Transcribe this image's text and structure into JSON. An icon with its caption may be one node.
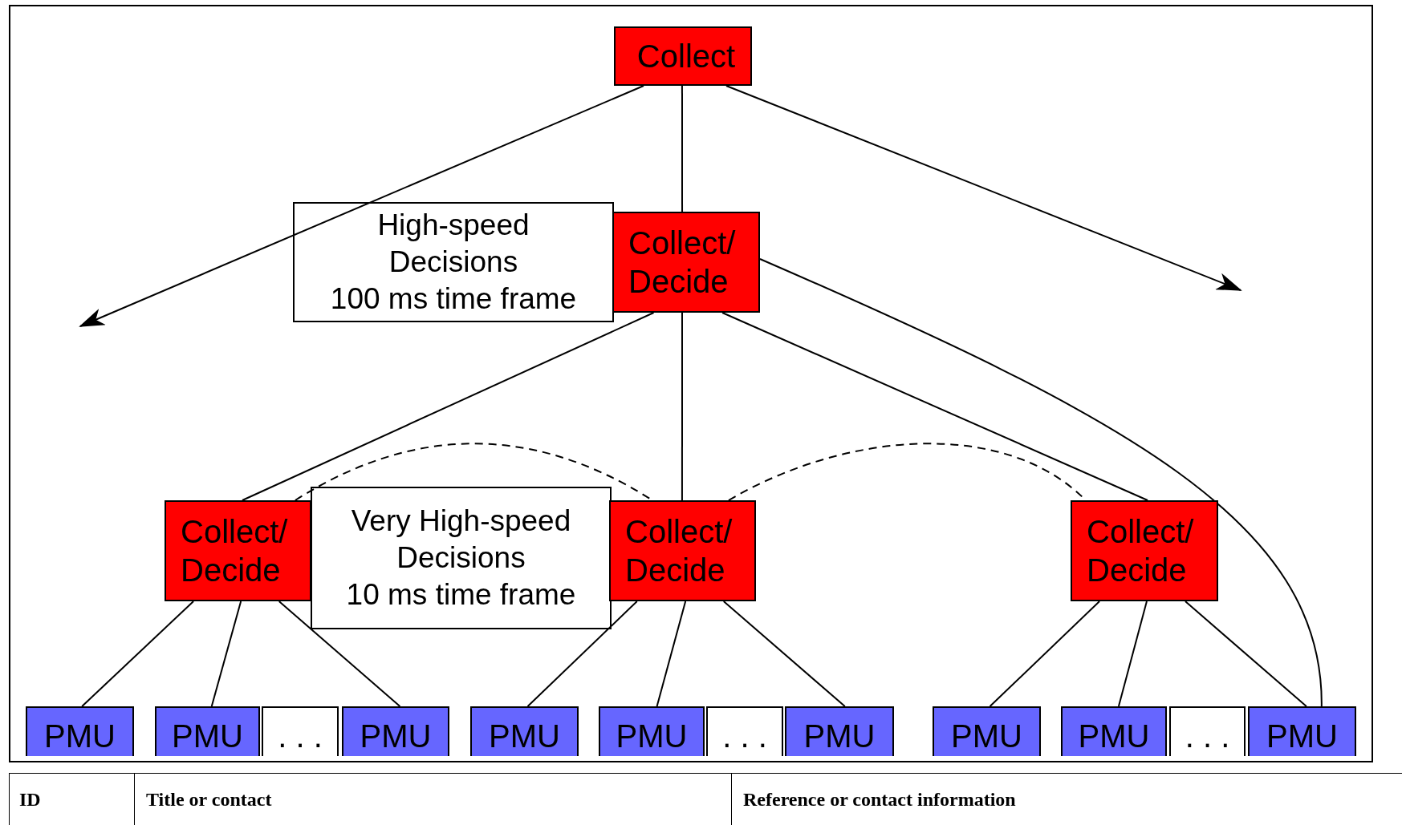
{
  "diagram": {
    "nodes": [
      {
        "text": [
          "Collect"
        ]
      },
      {
        "text": [
          "High-speed Decisions",
          "100 ms time frame"
        ]
      },
      {
        "text": [
          "Collect/ Decide"
        ]
      },
      {
        "text": [
          "Collect/ Decide"
        ]
      },
      {
        "text": [
          "Very High-speed Decisions",
          "10 ms time frame"
        ]
      },
      {
        "text": [
          "Collect/ Decide"
        ]
      },
      {
        "text": [
          "Collect/ Decide"
        ]
      },
      {
        "text": [
          "PMU"
        ]
      },
      {
        "text": [
          "PMU"
        ]
      },
      {
        "text": [
          ". . ."
        ]
      },
      {
        "text": [
          "PMU"
        ]
      },
      {
        "text": [
          "PMU"
        ]
      },
      {
        "text": [
          "PMU"
        ]
      },
      {
        "text": [
          ". . ."
        ]
      },
      {
        "text": [
          "PMU"
        ]
      },
      {
        "text": [
          "PMU"
        ]
      },
      {
        "text": [
          "PMU"
        ]
      },
      {
        "text": [
          ". . ."
        ]
      },
      {
        "text": [
          "PMU"
        ]
      }
    ],
    "edges": [
      {
        "from": 0,
        "to": null,
        "arrow": "to"
      },
      {
        "from": 0,
        "to": null,
        "arrow": "to"
      },
      {
        "from": 0,
        "to": 2,
        "arrow": "none"
      },
      {
        "from": 2,
        "to": 3,
        "arrow": "none"
      },
      {
        "from": 2,
        "to": 5,
        "arrow": "none"
      },
      {
        "from": 2,
        "to": 6,
        "arrow": "none"
      },
      {
        "from": 2,
        "to": 18,
        "arrow": "none"
      },
      {
        "from": 3,
        "to": 7,
        "arrow": "none"
      },
      {
        "from": 3,
        "to": 8,
        "arrow": "none"
      },
      {
        "from": 3,
        "to": 10,
        "arrow": "none"
      },
      {
        "from": 5,
        "to": 11,
        "arrow": "none"
      },
      {
        "from": 5,
        "to": 12,
        "arrow": "none"
      },
      {
        "from": 5,
        "to": 14,
        "arrow": "none"
      },
      {
        "from": 6,
        "to": 15,
        "arrow": "none"
      },
      {
        "from": 6,
        "to": 16,
        "arrow": "none"
      },
      {
        "from": 6,
        "to": 18,
        "arrow": "none"
      },
      {
        "from": 3,
        "to": 5,
        "arrow": "none",
        "style": "dashed"
      },
      {
        "from": 5,
        "to": 6,
        "arrow": "none",
        "style": "dashed"
      }
    ],
    "labels": [
      "ID",
      "Title or contact",
      "Reference or contact information"
    ]
  }
}
